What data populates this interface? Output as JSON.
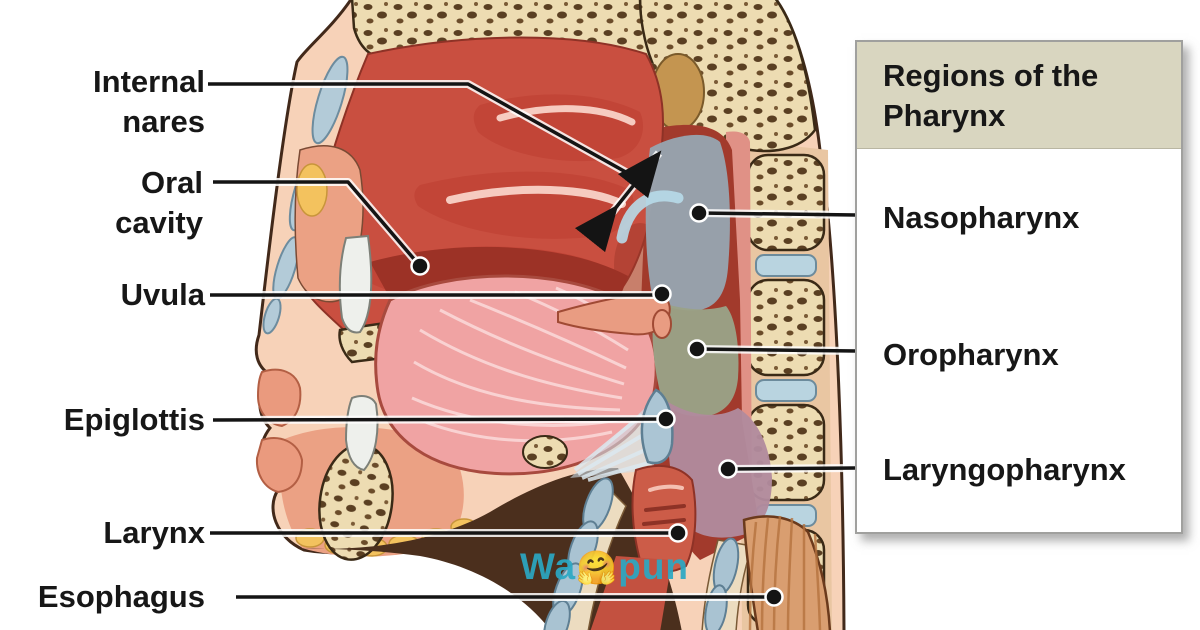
{
  "figure": {
    "title_hidden": "Sagittal section of head showing regions of the pharynx",
    "left_labels": [
      {
        "id": "internal-nares",
        "label": "Internal nares"
      },
      {
        "id": "oral-cavity",
        "label": "Oral cavity"
      },
      {
        "id": "uvula",
        "label": "Uvula"
      },
      {
        "id": "epiglottis",
        "label": "Epiglottis"
      },
      {
        "id": "larynx",
        "label": "Larynx"
      },
      {
        "id": "esophagus",
        "label": "Esophagus"
      }
    ],
    "panel": {
      "title": "Regions of the Pharynx",
      "header_bg": "#d9d6c0",
      "border_color": "#a0a09e",
      "items": [
        {
          "label": "Nasopharynx",
          "region_color": "#97a4b0"
        },
        {
          "label": "Oropharynx",
          "region_color": "#9aa287"
        },
        {
          "label": "Laryngopharynx",
          "region_color": "#b18a9d"
        }
      ]
    },
    "watermark": {
      "prefix": "Wa",
      "emoji": "🤗",
      "suffix": "pun",
      "color": "#2ba8c4"
    },
    "palette": {
      "nasal_cavity_red": "#c94f40",
      "bone_cream": "#ecdbb0",
      "skin_peach": "#f7d2b8",
      "cartilage_blue": "#abc5d4",
      "tongue_pink": "#f0a3a3",
      "shadow_brown": "#4b2f1d",
      "esophagus_tan": "#d99e70"
    }
  }
}
